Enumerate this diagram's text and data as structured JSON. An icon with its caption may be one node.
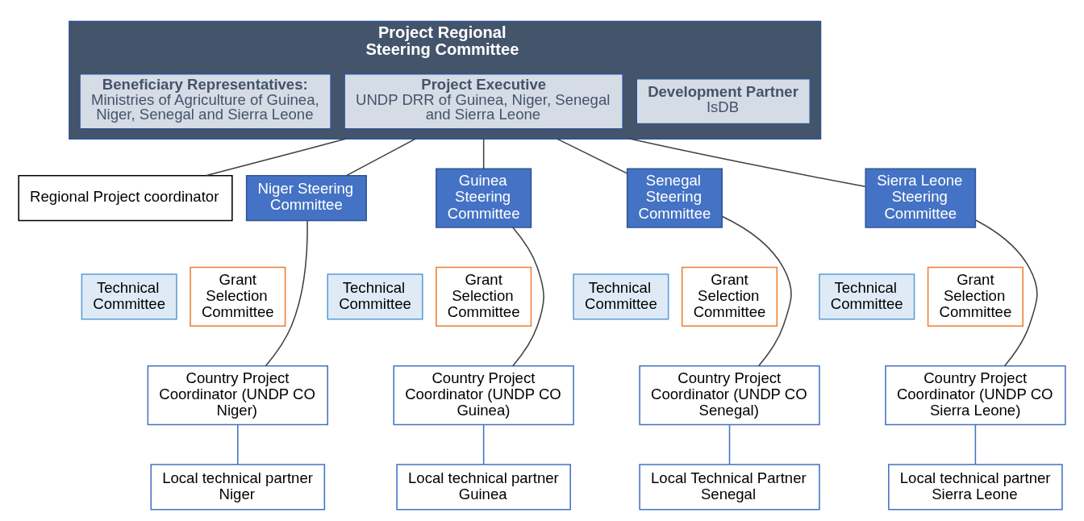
{
  "diagram": {
    "nodes": [
      {
        "text": [
          "Project Regional Steering Committee"
        ]
      },
      {
        "text": [
          "Development Partner",
          "IsDB"
        ],
        "in": 0
      },
      {
        "text": [
          "Project Executive",
          "UNDP DRR of Guinea, Niger, Senegal and Sierra Leone"
        ],
        "in": 0
      },
      {
        "text": [
          "Beneficiary Representatives:",
          "Ministries of Agriculture of Guinea, Niger, Senegal and Sierra Leone"
        ],
        "in": 0
      },
      {
        "text": [
          "Regional Project coordinator"
        ]
      },
      {
        "text": [
          "Niger Steering Committee"
        ]
      },
      {
        "text": [
          "Technical Committee"
        ]
      },
      {
        "text": [
          "Grant Selection Committee"
        ]
      },
      {
        "text": [
          "Country Project Coordinator (UNDP CO Niger)"
        ]
      },
      {
        "text": [
          "Local technical partner Niger"
        ]
      },
      {
        "text": [
          "Guinea Steering Committee"
        ]
      },
      {
        "text": [
          "Technical Committee"
        ]
      },
      {
        "text": [
          "Grant Selection Committee"
        ]
      },
      {
        "text": [
          "Country Project Coordinator (UNDP CO Guinea)"
        ]
      },
      {
        "text": [
          "Local technical partner Guinea"
        ]
      },
      {
        "text": [
          "Senegal Steering Committee"
        ]
      },
      {
        "text": [
          "Technical Committee"
        ]
      },
      {
        "text": [
          "Grant Selection Committee"
        ]
      },
      {
        "text": [
          "Country Project Coordinator (UNDP CO Senegal)"
        ]
      },
      {
        "text": [
          "Local Technical Partner Senegal"
        ]
      },
      {
        "text": [
          "Sierra Leone Steering Committee"
        ]
      },
      {
        "text": [
          "Technical Committee"
        ]
      },
      {
        "text": [
          "Grant Selection Committee"
        ]
      },
      {
        "text": [
          "Country Project Coordinator (UNDP CO Sierra Leone)"
        ]
      },
      {
        "text": [
          "Local technical partner Sierra Leone"
        ]
      }
    ],
    "edges": [
      {
        "from": 0,
        "to": 4,
        "arrow": "none"
      },
      {
        "from": 0,
        "to": 5,
        "arrow": "none"
      },
      {
        "from": 0,
        "to": 10,
        "arrow": "none"
      },
      {
        "from": 0,
        "to": 15,
        "arrow": "none"
      },
      {
        "from": 0,
        "to": 20,
        "arrow": "none"
      },
      {
        "from": 5,
        "to": 8,
        "arrow": "none"
      },
      {
        "from": 8,
        "to": 9,
        "arrow": "none",
        "color": "#4472c4"
      },
      {
        "from": 10,
        "to": 13,
        "arrow": "none"
      },
      {
        "from": 13,
        "to": 14,
        "arrow": "none",
        "color": "#4472c4"
      },
      {
        "from": 15,
        "to": 18,
        "arrow": "none"
      },
      {
        "from": 18,
        "to": 19,
        "arrow": "none",
        "color": "#4472c4"
      },
      {
        "from": 20,
        "to": 23,
        "arrow": "none"
      },
      {
        "from": 23,
        "to": 24,
        "arrow": "none",
        "color": "#4472c4"
      }
    ]
  }
}
